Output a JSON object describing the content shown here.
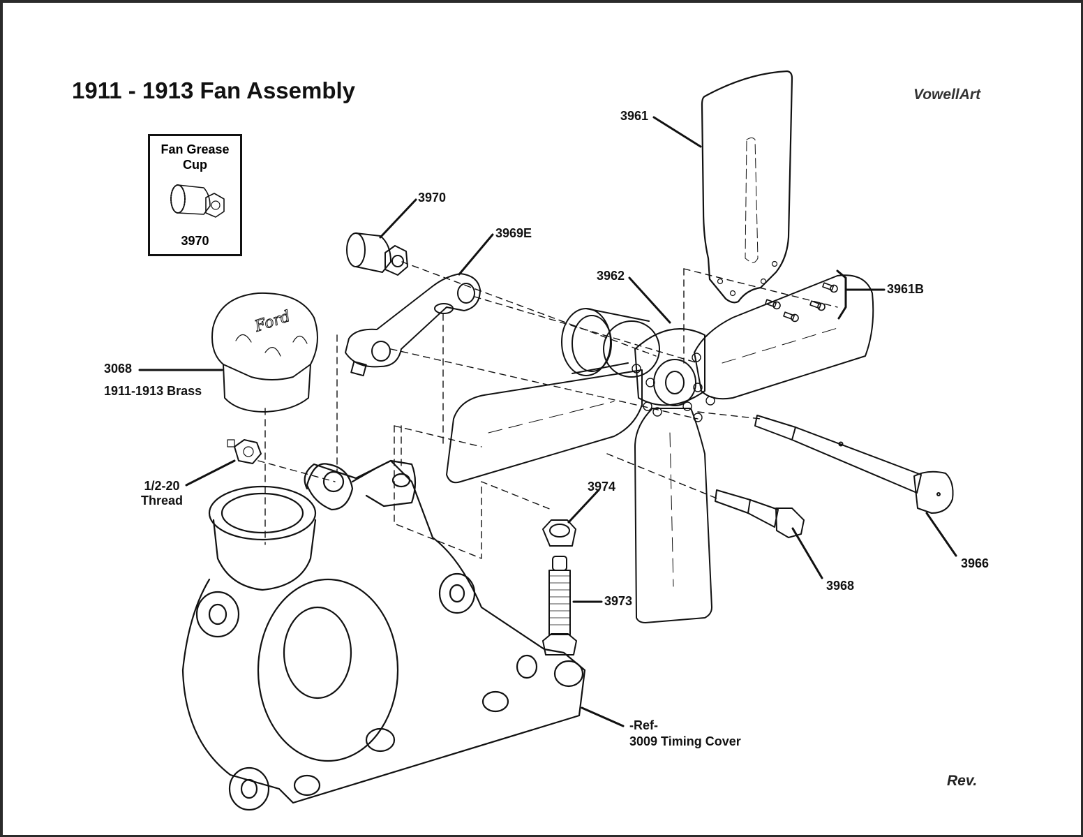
{
  "diagram": {
    "title": "1911 - 1913 Fan Assembly",
    "brand": "VowellArt",
    "revision_label": "Rev.",
    "inset": {
      "title_line1": "Fan Grease",
      "title_line2": "Cup",
      "part_number": "3970"
    },
    "callouts": [
      {
        "id": "3961",
        "label": "3961",
        "part": "fan-blade"
      },
      {
        "id": "3970",
        "label": "3970",
        "part": "fan-grease-cup"
      },
      {
        "id": "3969E",
        "label": "3969E",
        "part": "fan-bracket-arm"
      },
      {
        "id": "3962",
        "label": "3962",
        "part": "fan-hub-pulley"
      },
      {
        "id": "3961B",
        "label": "3961B",
        "part": "blade-rivets"
      },
      {
        "id": "3068",
        "label": "3068",
        "sublabel": "1911-1913 Brass",
        "part": "radiator-cap"
      },
      {
        "id": "thread",
        "label": "1/2-20",
        "sublabel": "Thread",
        "part": "nut"
      },
      {
        "id": "3974",
        "label": "3974",
        "part": "adjusting-nut"
      },
      {
        "id": "3973",
        "label": "3973",
        "part": "adjusting-stud"
      },
      {
        "id": "3968",
        "label": "3968",
        "part": "hex-bolt"
      },
      {
        "id": "3966",
        "label": "3966",
        "part": "fan-shaft"
      },
      {
        "id": "ref",
        "label": "-Ref-",
        "sublabel": "3009 Timing Cover",
        "part": "timing-cover"
      }
    ]
  }
}
